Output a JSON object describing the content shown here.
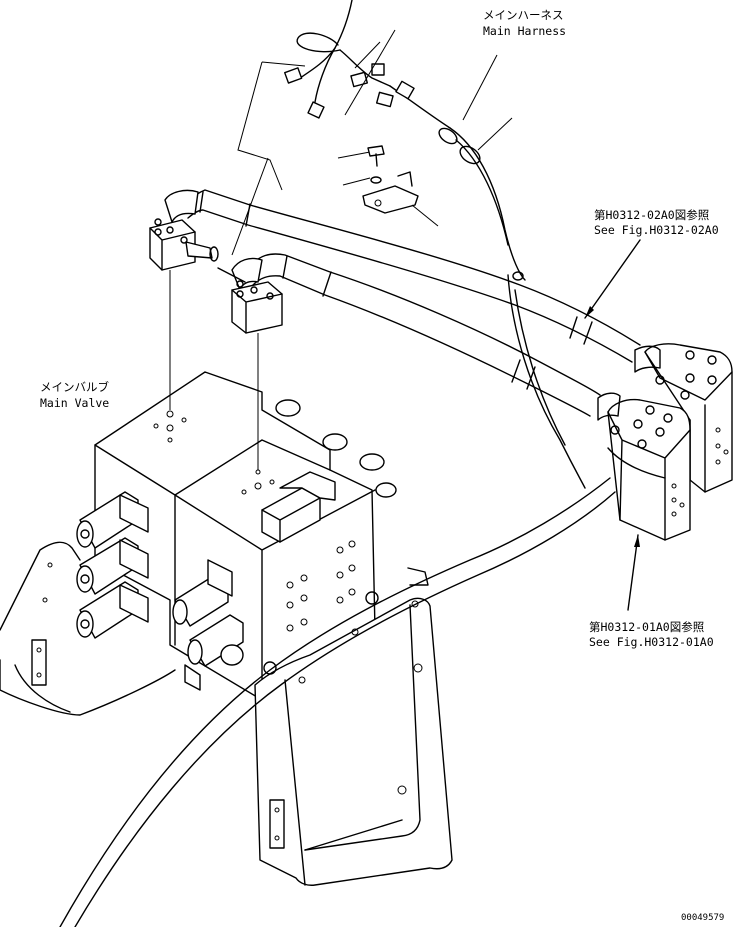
{
  "labels": {
    "main_harness": {
      "ja": "メインハーネス",
      "en": "Main Harness"
    },
    "ref_upper": {
      "ja": "第H0312-02A0図参照",
      "en": "See Fig.H0312-02A0"
    },
    "main_valve": {
      "ja": "メインバルブ",
      "en": "Main Valve"
    },
    "ref_lower": {
      "ja": "第H0312-01A0図参照",
      "en": "See Fig.H0312-01A0"
    },
    "drawing_number": "00049579"
  }
}
